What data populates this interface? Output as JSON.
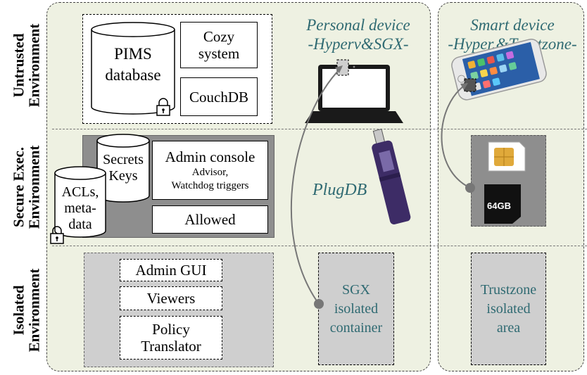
{
  "rows": {
    "untrusted": [
      "Untrusted",
      "Environment"
    ],
    "secure": [
      "Secure Exec.",
      "Environment"
    ],
    "isolated": [
      "Isolated",
      "Environment"
    ]
  },
  "personal_device": {
    "title_line1": "Personal device",
    "title_line2": "-Hyperv&SGX-",
    "plugdb": "PlugDB",
    "sgx": [
      "SGX",
      "isolated",
      "container"
    ]
  },
  "smart_device": {
    "title_line1": "Smart device",
    "title_line2": "-Hyper.&Trustzone-",
    "trustzone": [
      "Trustzone",
      "isolated",
      "area"
    ],
    "sd_card_text": "64GB"
  },
  "untrusted_env": {
    "pims_db": [
      "PIMS",
      "database"
    ],
    "cozy": [
      "Cozy",
      "system"
    ],
    "couchdb": "CouchDB"
  },
  "secure_env": {
    "acls": [
      "ACLs,",
      "meta-",
      "data"
    ],
    "secrets": [
      "Secrets",
      "Keys"
    ],
    "admin_console": "Admin console",
    "admin_console_sub": [
      "Advisor,",
      "Watchdog triggers"
    ],
    "allowed": "Allowed"
  },
  "isolated_env": {
    "admin_gui": "Admin GUI",
    "viewers": "Viewers",
    "policy_translator": [
      "Policy",
      "Translator"
    ]
  },
  "colors": {
    "panel_bg": "#eef1e2",
    "accent_teal": "#2f6a72",
    "light_gray": "#cfcfcf",
    "dark_gray": "#8e8e8e"
  }
}
